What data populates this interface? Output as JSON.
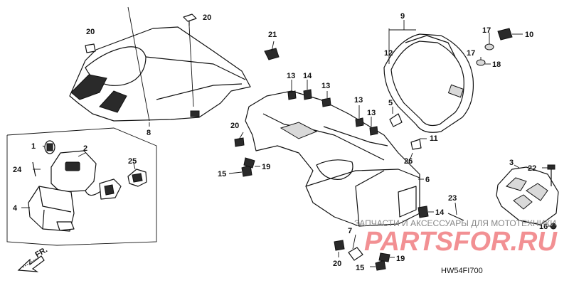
{
  "diagram": {
    "code": "HW54FI700",
    "front_label": "FR.",
    "watermark_text": "ЗАПЧАСТИ И АКСЕССУАРЫ ДЛЯ МОТОТЕХНИКИ",
    "watermark_logo": "PARTSFOR.RU",
    "accent_color": "#e8363b",
    "callouts": [
      "1",
      "2",
      "3",
      "4",
      "5",
      "6",
      "7",
      "8",
      "9",
      "10",
      "11",
      "12",
      "13",
      "14",
      "15",
      "16",
      "17",
      "18",
      "19",
      "20",
      "21",
      "22",
      "23",
      "24",
      "25",
      "26"
    ]
  }
}
